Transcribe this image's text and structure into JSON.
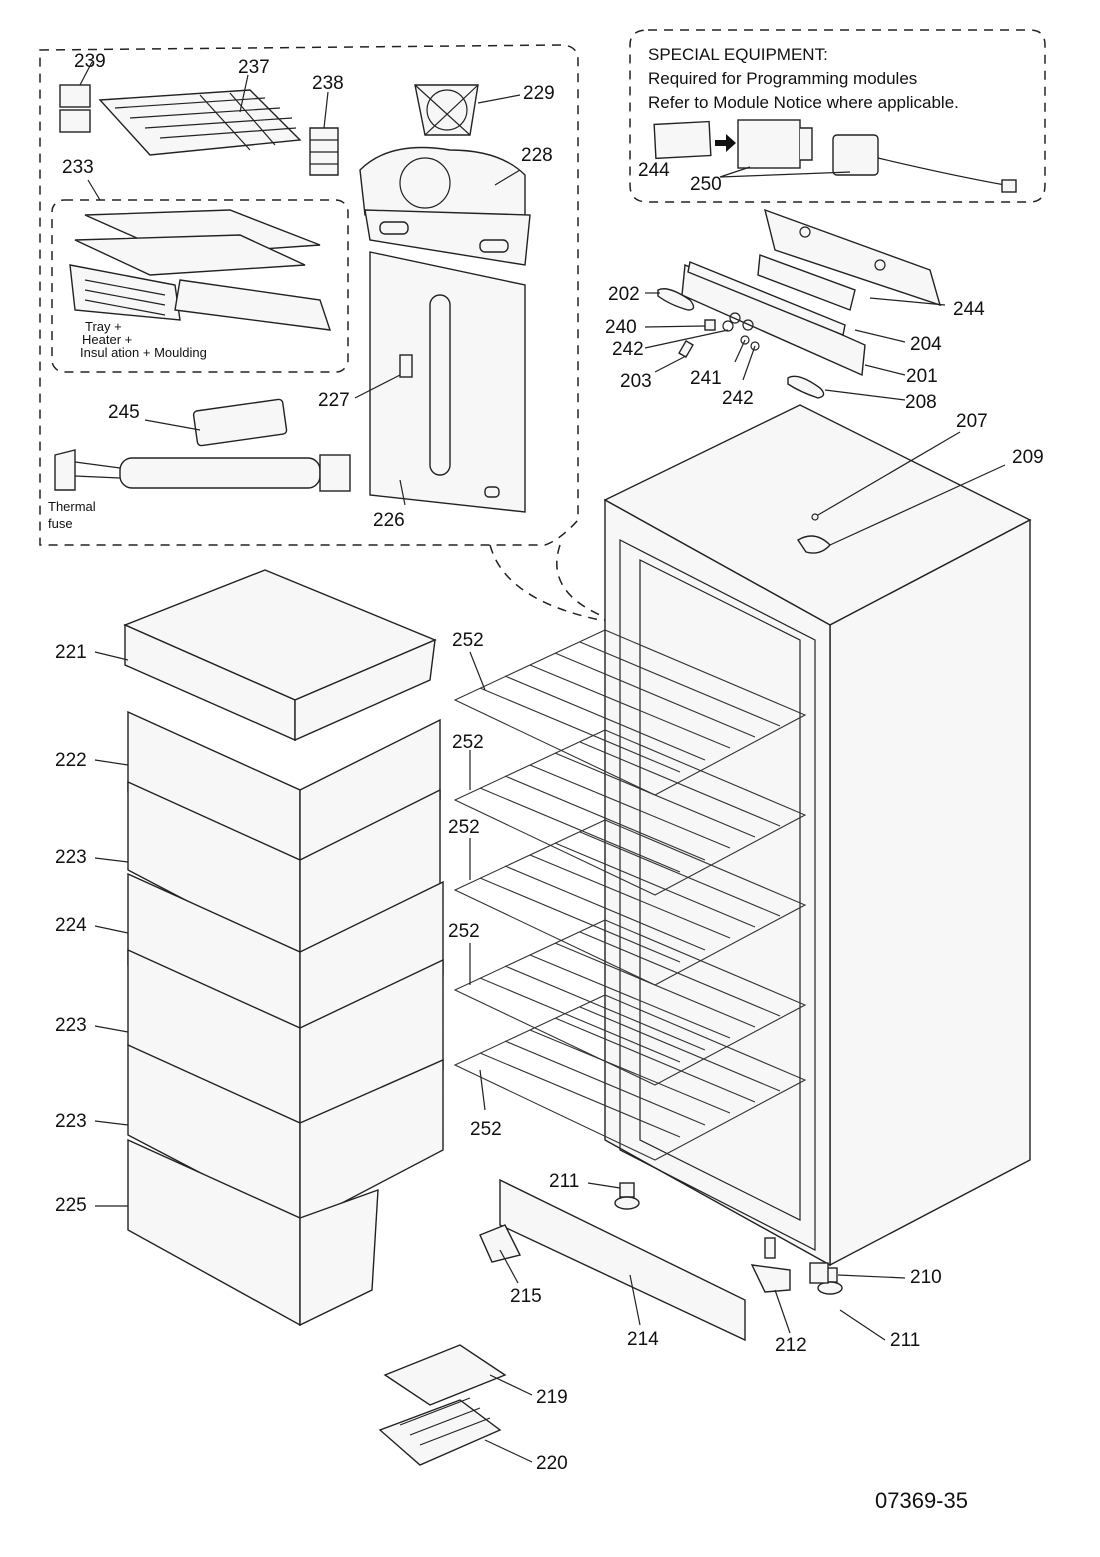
{
  "special_equipment": {
    "title": "SPECIAL EQUIPMENT:",
    "line1": "Required   for Programming modules",
    "line2": "Refer to  Module   Notice where applicable."
  },
  "notes": {
    "tray_line1": "Tray +",
    "tray_line2": "Heater +",
    "tray_line3": "Insul ation +   Moulding",
    "fuse_line1": "Thermal",
    "fuse_line2": "fuse"
  },
  "labels": {
    "p239": "239",
    "p237": "237",
    "p238": "238",
    "p229": "229",
    "p228": "228",
    "p233": "233",
    "p227": "227",
    "p245": "245",
    "p226": "226",
    "p244a": "244",
    "p250": "250",
    "p202": "202",
    "p244b": "244",
    "p240": "240",
    "p242a": "242",
    "p204": "204",
    "p203": "203",
    "p241": "241",
    "p242b": "242",
    "p201": "201",
    "p208": "208",
    "p207": "207",
    "p209": "209",
    "p221": "221",
    "p252a": "252",
    "p222": "222",
    "p252b": "252",
    "p223a": "223",
    "p252c": "252",
    "p224": "224",
    "p252d": "252",
    "p223b": "223",
    "p223c": "223",
    "p252e": "252",
    "p211a": "211",
    "p225": "225",
    "p210": "210",
    "p215": "215",
    "p211b": "211",
    "p214": "214",
    "p212": "212",
    "p219": "219",
    "p220": "220"
  },
  "drawing_code": "07369-35"
}
